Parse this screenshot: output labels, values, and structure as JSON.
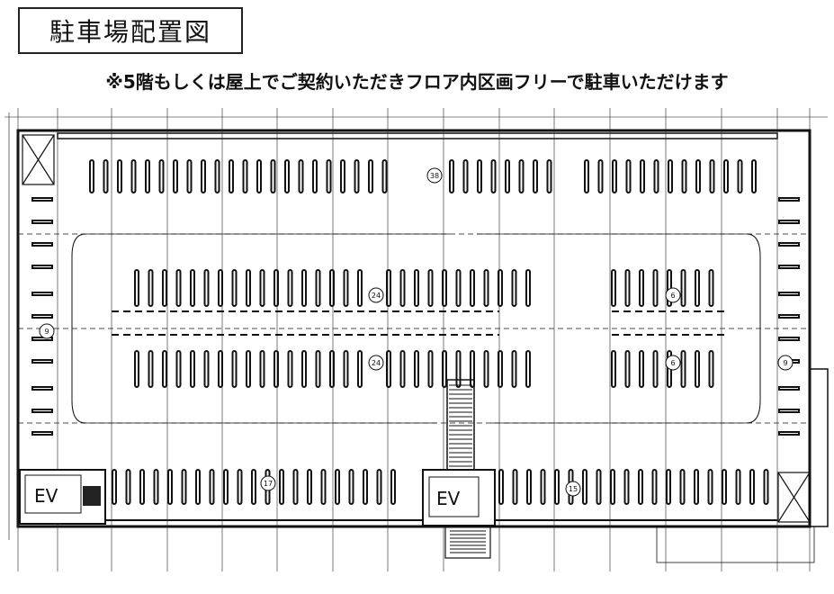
{
  "title": "駐車場配置図",
  "notice": "※5階もしくは屋上でご契約いただきフロア内区画フリーで駐車いただけます",
  "elevators": [
    {
      "label": "EV"
    },
    {
      "label": "EV"
    }
  ],
  "space_numbers": [
    "38",
    "24",
    "24",
    "6",
    "6",
    "9",
    "9",
    "17",
    "15"
  ]
}
